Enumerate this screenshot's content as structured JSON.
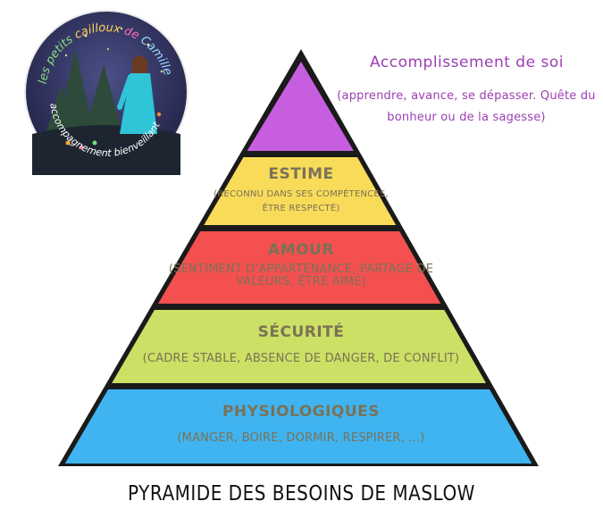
{
  "logo": {
    "line1_a": "les petits",
    "line1_b": "cailloux",
    "line1_c": "de",
    "line1_d": "Camille",
    "line2": "accompagnement bienveillant"
  },
  "levels": [
    {
      "title": "",
      "desc": "",
      "color": "#c75ee0"
    },
    {
      "title": "ESTIME",
      "desc": [
        "(RECONNU DANS SES COMPÉTENCES,",
        "ÊTRE RESPECTÉ)"
      ],
      "color": "#f9db5a"
    },
    {
      "title": "AMOUR",
      "desc": [
        "(SENTIMENT D'APPARTENANCE, PARTAGE DE",
        "VALEURS, ÊTRE AIMÉ)"
      ],
      "color": "#f45050"
    },
    {
      "title": "SÉCURITÉ",
      "desc": [
        "(CADRE STABLE, ABSENCE DE DANGER, DE CONFLIT)"
      ],
      "color": "#cce065"
    },
    {
      "title": "PHYSIOLOGIQUES",
      "desc": [
        "(MANGER, BOIRE, DORMIR, RESPIRER, ...)"
      ],
      "color": "#3fb4f1"
    }
  ],
  "top_level": {
    "title": "Accomplissement de soi",
    "desc": "(apprendre, avance, se dépasser. Quête du bonheur ou de la sagesse)",
    "color": "#9b3fb3"
  },
  "caption": "PYRAMIDE DES BESOINS DE MASLOW"
}
